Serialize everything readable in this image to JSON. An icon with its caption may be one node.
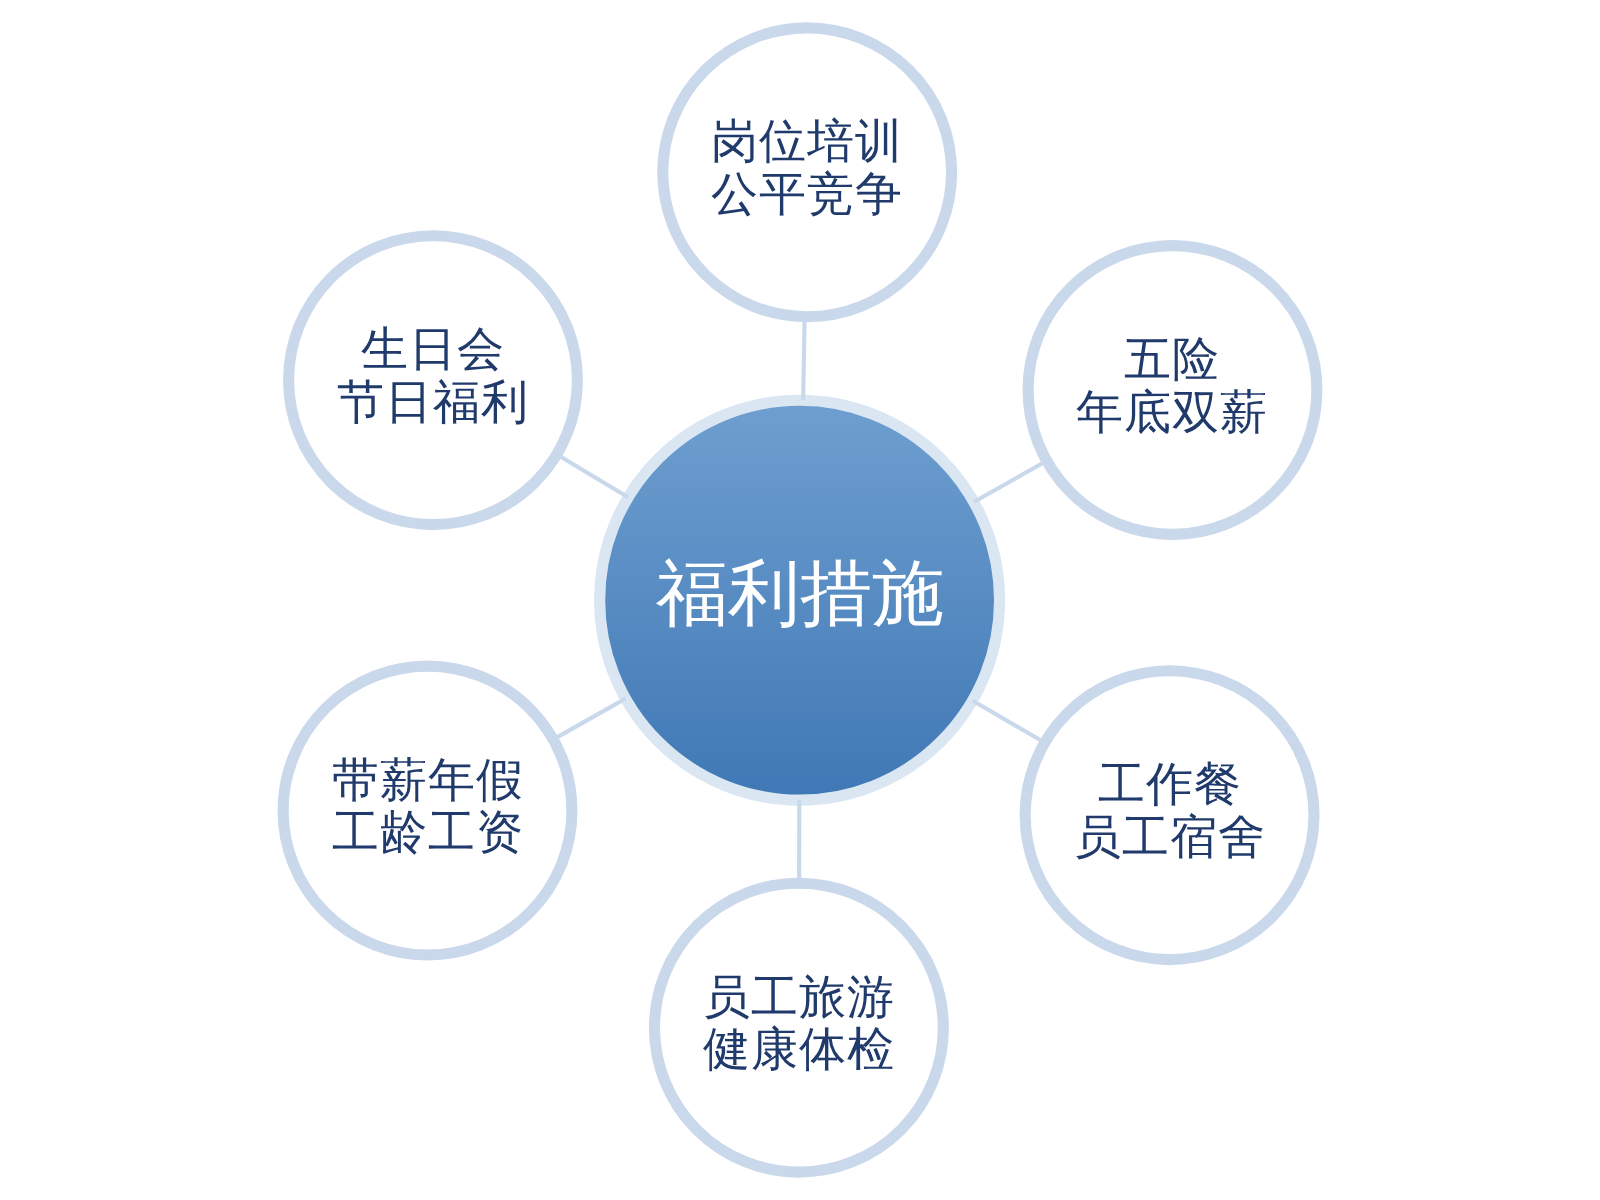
{
  "diagram": {
    "nodes": [
      {
        "text": [
          "福利措施"
        ]
      },
      {
        "text": [
          "工作餐",
          "员工宿舍"
        ]
      },
      {
        "text": [
          "员工旅游",
          "健康体检"
        ]
      },
      {
        "text": [
          "生日会",
          "节日福利"
        ]
      },
      {
        "text": [
          "五险",
          "年底双薪"
        ]
      },
      {
        "text": [
          "岗位培训",
          "公平竞争"
        ]
      },
      {
        "text": [
          "带薪年假",
          "工龄工资"
        ]
      }
    ],
    "edges": [
      {
        "from": 0,
        "to": 1,
        "arrow": "none"
      },
      {
        "from": 0,
        "to": 2,
        "arrow": "none"
      },
      {
        "from": 0,
        "to": 3,
        "arrow": "none"
      },
      {
        "from": 0,
        "to": 4,
        "arrow": "none"
      },
      {
        "from": 0,
        "to": 5,
        "arrow": "none"
      },
      {
        "from": 0,
        "to": 6,
        "arrow": "none"
      }
    ]
  }
}
